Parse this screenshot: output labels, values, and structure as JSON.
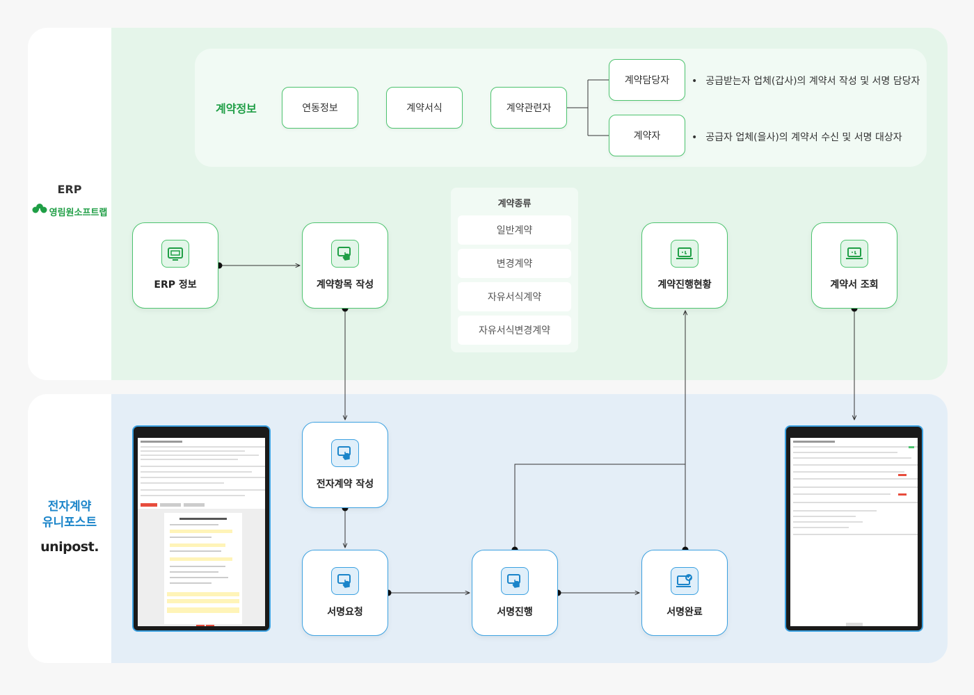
{
  "side": {
    "erp_title": "ERP",
    "erp_brand": "영림원소프트랩",
    "uni_title_line1": "전자계약",
    "uni_title_line2": "유니포스트",
    "uni_logo": "unipost."
  },
  "contract_info": {
    "heading": "계약정보",
    "items": [
      "연동정보",
      "계약서식",
      "계약관련자"
    ],
    "roles": [
      {
        "label": "계약담당자",
        "desc": "공급받는자 업체(갑사)의 계약서 작성 및 서명 담당자"
      },
      {
        "label": "계약자",
        "desc": "공급자 업체(을사)의 계약서 수신 및 서명 대상자"
      }
    ]
  },
  "contract_types": {
    "title": "계약종류",
    "items": [
      "일반계약",
      "변경계약",
      "자유서식계약",
      "자유서식변경계약"
    ]
  },
  "nodes": {
    "erp_info": "ERP 정보",
    "item_write": "계약항목 작성",
    "progress": "계약진행현황",
    "inquiry": "계약서 조회",
    "e_write": "전자계약 작성",
    "sign_request": "서명요청",
    "sign_progress": "서명진행",
    "sign_done": "서명완료"
  },
  "icons": {
    "brand": "tree-logo-icon",
    "erp_info": "monitor-icon",
    "item_write": "touch-hand-icon",
    "progress": "laptop-icon",
    "inquiry": "laptop-icon",
    "e_write": "touch-hand-icon",
    "sign_request": "touch-hand-icon",
    "sign_progress": "touch-hand-icon",
    "sign_done": "laptop-check-icon"
  },
  "colors": {
    "green": "#4cc36e",
    "brand_green": "#1f9e45",
    "blue": "#3aa0e0",
    "uni_blue": "#1a84c9"
  }
}
